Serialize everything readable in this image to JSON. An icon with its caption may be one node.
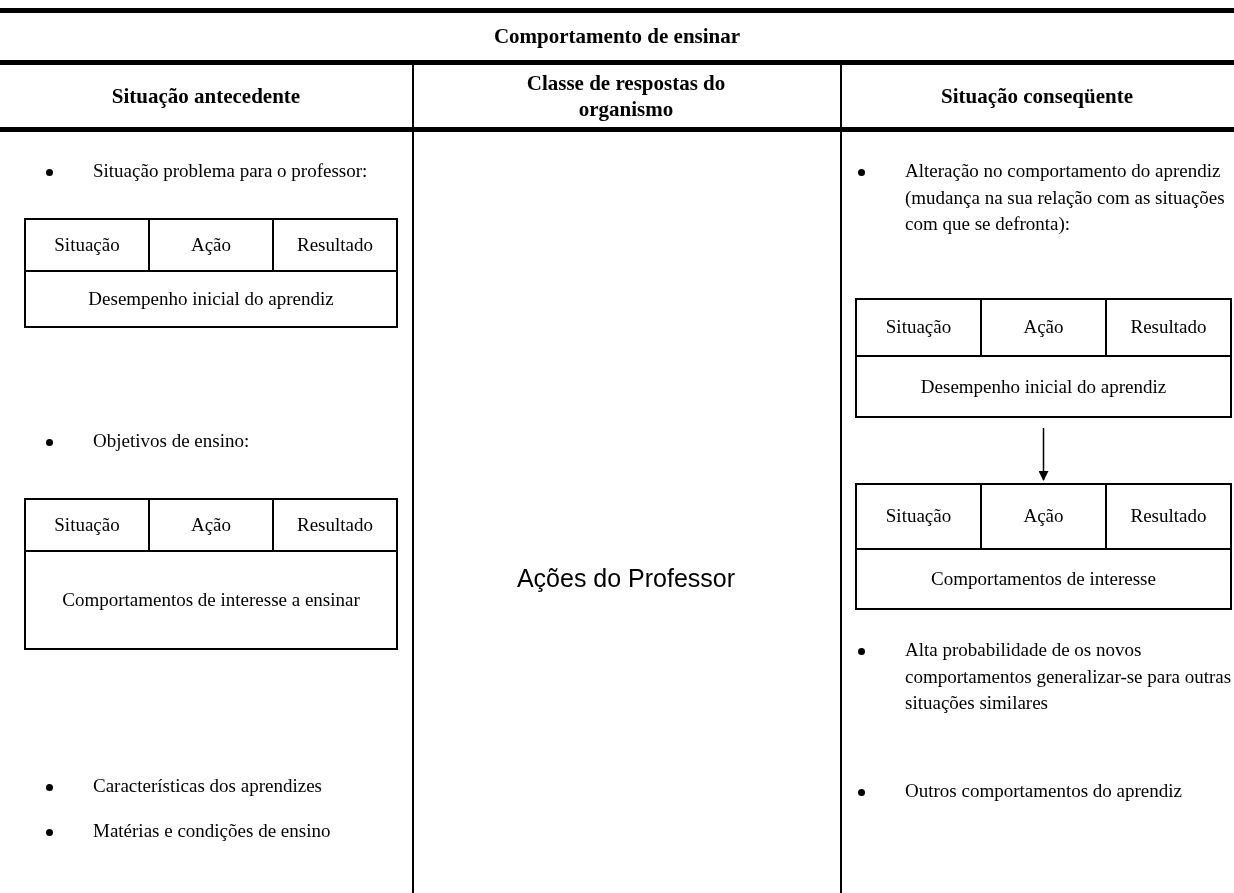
{
  "diagram": {
    "title": "Comportamento de ensinar",
    "nodes": [
      {
        "text": [
          "Situação",
          "Ação",
          "Resultado",
          "Desempenho inicial do aprendiz"
        ]
      },
      {
        "text": [
          "Situação",
          "Ação",
          "Resultado",
          "Comportamentos de interesse a ensinar"
        ]
      },
      {
        "text": [
          "Situação",
          "Ação",
          "Resultado",
          "Desempenho inicial do aprendiz"
        ]
      },
      {
        "text": [
          "Situação",
          "Ação",
          "Resultado",
          "Comportamentos de interesse"
        ]
      }
    ],
    "edges": [
      {
        "from": 2,
        "to": 3,
        "arrow": "to"
      }
    ],
    "labels": [
      "Situação antecedente",
      "Classe de respostas do organismo",
      "Situação conseqüente",
      "Situação problema para o professor:",
      "Objetivos de ensino:",
      "Características dos aprendizes",
      "Matérias e condições de ensino",
      "Ações do Professor",
      "Alteração no comportamento do aprendiz (mudança na sua relação com as situações com que se defronta):",
      "Alta probabilidade de os novos comportamentos generalizar-se para outras situações similares",
      "Outros comportamentos do aprendiz"
    ]
  }
}
